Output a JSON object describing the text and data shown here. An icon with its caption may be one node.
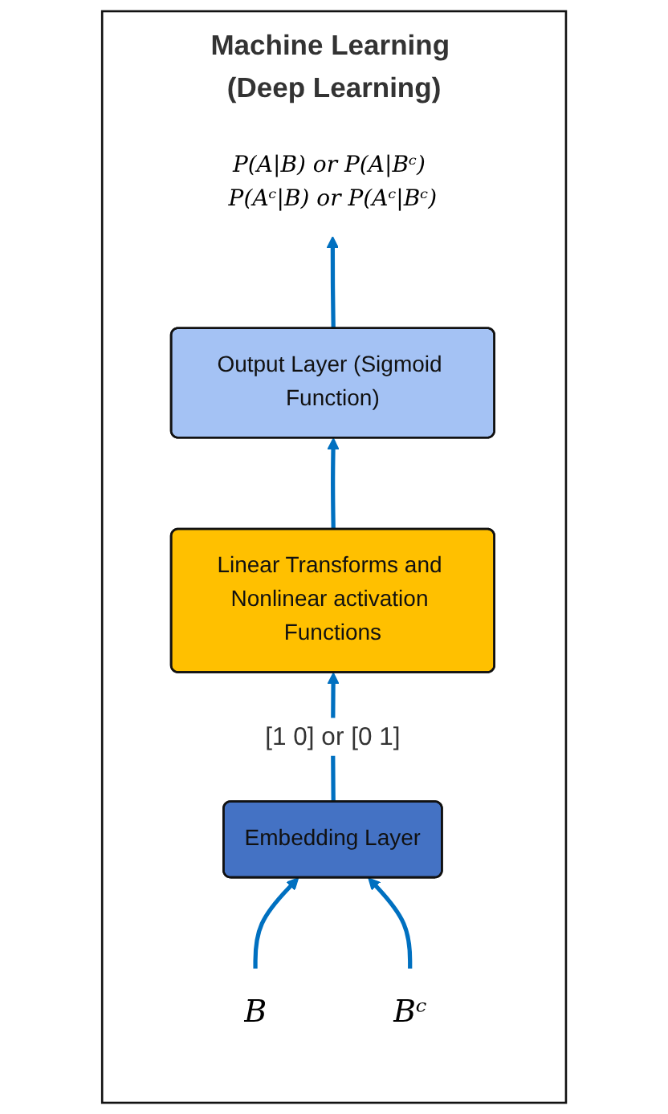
{
  "diagram": {
    "nodes": [
      {
        "text": [
          "Machine Learning (Deep Learning)"
        ]
      },
      {
        "text": [
          "P(A|B) or P(A|Bᶜ) P(Aᶜ|B) or P(Aᶜ|Bᶜ)"
        ],
        "in": 0
      },
      {
        "text": [
          "Output Layer (Sigmoid Function)"
        ],
        "in": 0
      },
      {
        "text": [
          "Linear Transforms and Nonlinear activation Functions"
        ],
        "in": 0
      },
      {
        "text": [
          "Embedding Layer"
        ],
        "in": 0
      },
      {
        "text": [
          "B"
        ],
        "in": 0
      },
      {
        "text": [
          "Bᶜ"
        ],
        "in": 0
      }
    ],
    "edges": [
      {
        "from": 2,
        "to": 1,
        "arrow": "to"
      },
      {
        "from": 3,
        "to": 2,
        "arrow": "to"
      },
      {
        "from": 4,
        "to": 3,
        "arrow": "to",
        "label": "[1 0] or [0 1]"
      },
      {
        "from": 5,
        "to": 4,
        "arrow": "to"
      },
      {
        "from": 6,
        "to": 4,
        "arrow": "to"
      }
    ]
  }
}
